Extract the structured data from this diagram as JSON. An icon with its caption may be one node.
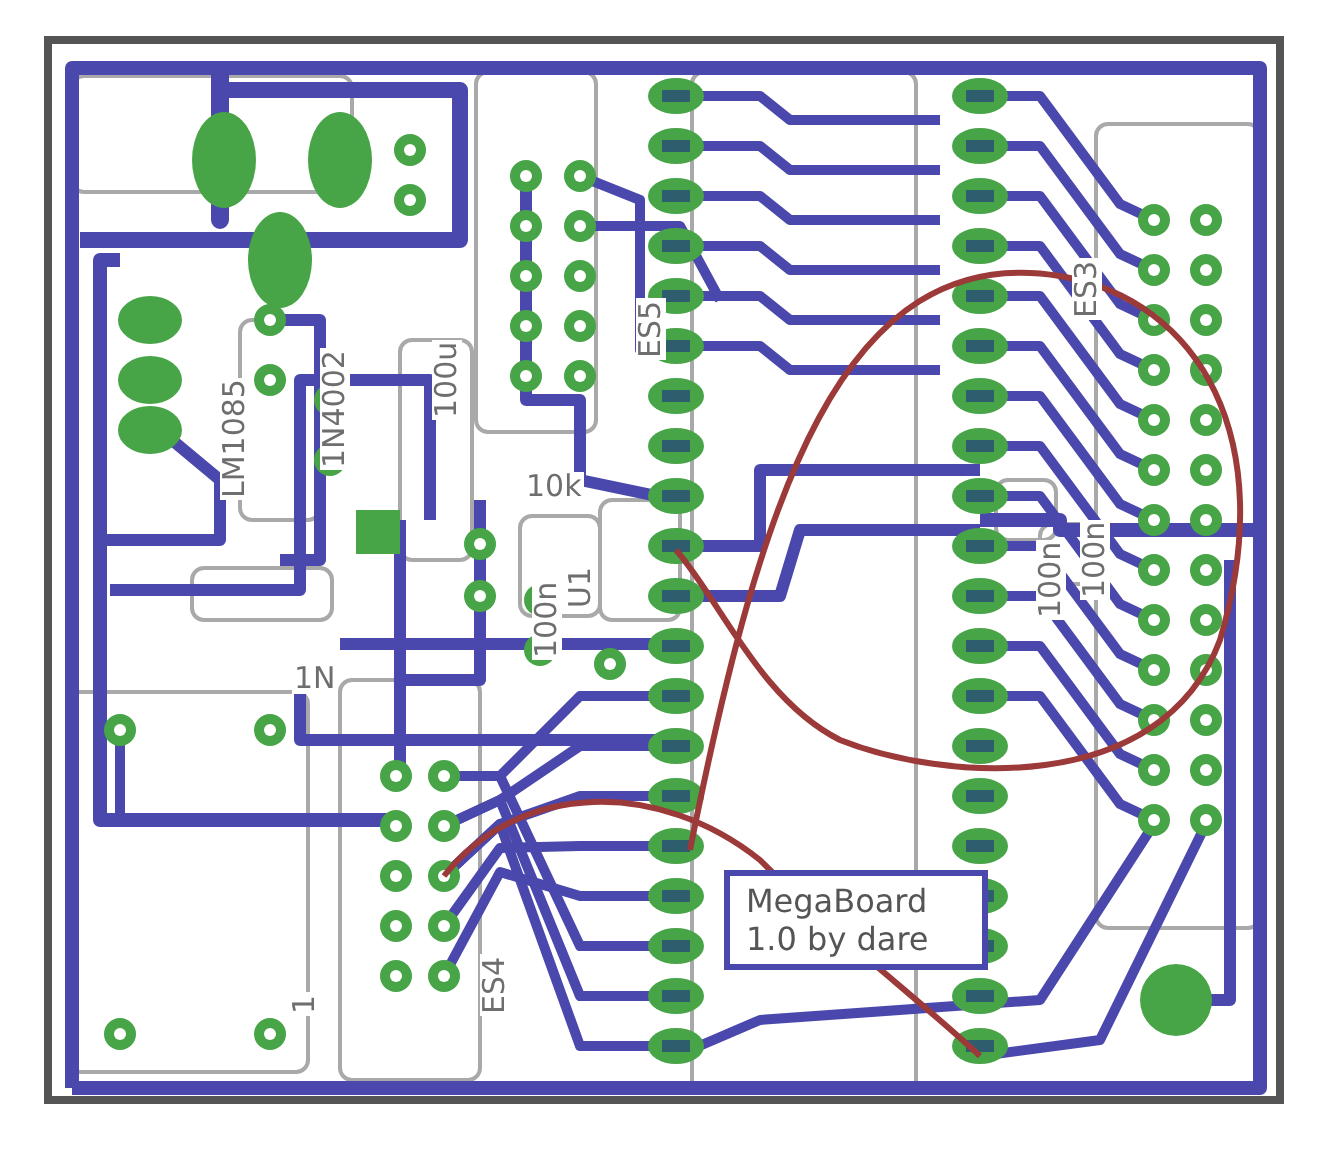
{
  "diagram": {
    "nodes": [
      {
        "text": [
          "MegaBoard 1.0 by dare"
        ]
      }
    ],
    "edges": [],
    "labels": [
      "LM1085",
      "1N4002",
      "100u",
      "10k",
      "U1",
      "100n",
      "ES5",
      "ES3",
      "100n",
      "100n",
      "1N",
      "ES4",
      "1"
    ]
  }
}
